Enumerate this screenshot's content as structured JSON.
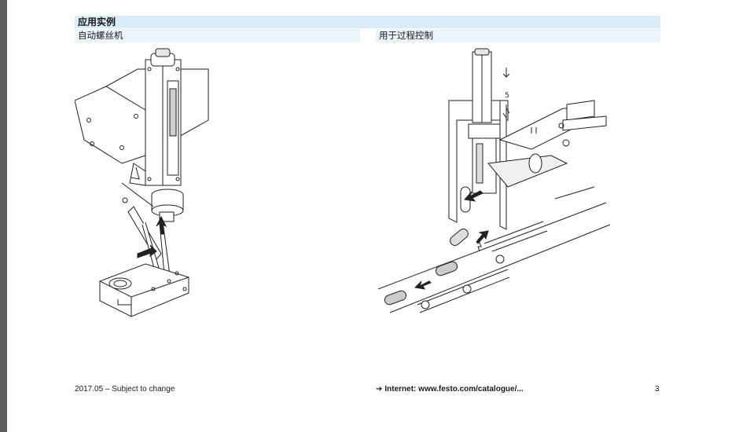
{
  "section": {
    "title": "应用实例"
  },
  "left_panel": {
    "title": "自动螺丝机"
  },
  "right_panel": {
    "title": "用于过程控制"
  },
  "footer": {
    "date": "2017.05 – Subject to change",
    "link_arrow": "➔",
    "link": "Internet: www.festo.com/catalogue/...",
    "page": "3"
  },
  "figure_right": {
    "stroke_label": "5"
  },
  "colors": {
    "header_bg": "#d9ecf7",
    "subheader_bg": "#eaf4fb",
    "left_edge": "#5b5b5b"
  }
}
